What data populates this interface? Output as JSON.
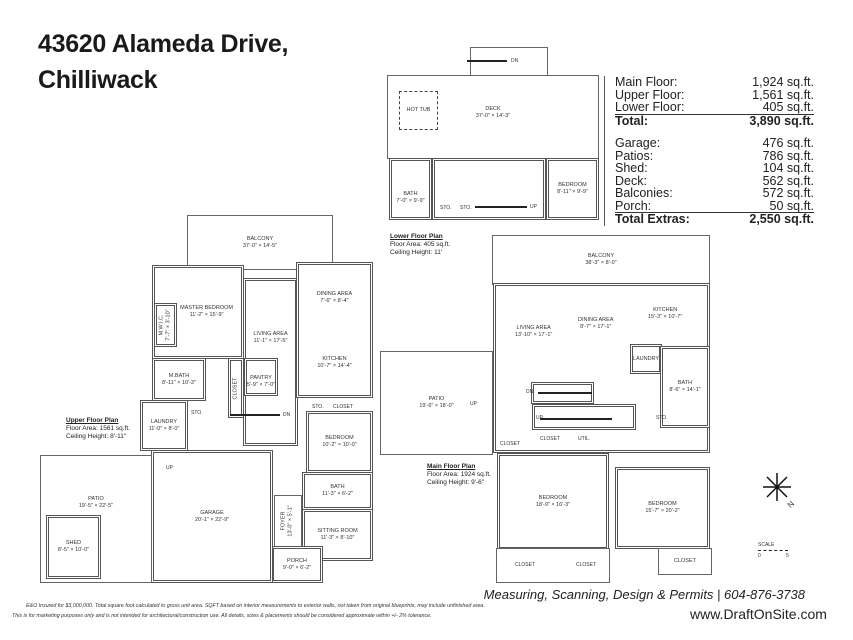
{
  "title": {
    "line1": "43620 Alameda Drive,",
    "line2": "Chilliwack"
  },
  "areas": {
    "floors": [
      {
        "label": "Main Floor:",
        "value": "1,924 sq.ft."
      },
      {
        "label": "Upper Floor:",
        "value": "1,561 sq.ft."
      },
      {
        "label": "Lower Floor:",
        "value": "405 sq.ft."
      }
    ],
    "total": {
      "label": "Total:",
      "value": "3,890 sq.ft."
    },
    "extras": [
      {
        "label": "Garage:",
        "value": "476 sq.ft."
      },
      {
        "label": "Patios:",
        "value": "786 sq.ft."
      },
      {
        "label": "Shed:",
        "value": "104 sq.ft."
      },
      {
        "label": "Deck:",
        "value": "562 sq.ft."
      },
      {
        "label": "Balconies:",
        "value": "572 sq.ft."
      },
      {
        "label": "Porch:",
        "value": "50 sq.ft."
      }
    ],
    "total_extras": {
      "label": "Total Extras:",
      "value": "2,550 sq.ft."
    }
  },
  "lower": {
    "info": {
      "heading": "Lower Floor Plan",
      "area": "Floor Area: 405 sq.ft.",
      "ceiling": "Ceiling Height: 11'"
    },
    "hot_tub": "HOT TUB",
    "deck": {
      "name": "DECK",
      "dims": "37'-0\" × 14'-3\""
    },
    "bath": {
      "name": "BATH",
      "dims": "7'-0\" × 9'-9\""
    },
    "sto": "STO.",
    "bedroom": {
      "name": "BEDROOM",
      "dims": "8'-11\" × 9'-9\""
    },
    "dn": "DN",
    "up": "UP"
  },
  "upper": {
    "info": {
      "heading": "Upper Floor Plan",
      "area": "Floor Area: 1561 sq.ft.",
      "ceiling": "Ceiling Height: 8'-11\""
    },
    "balcony": {
      "name": "BALCONY",
      "dims": "37'-0\" × 14'-5\""
    },
    "dining": {
      "name": "DINING AREA",
      "dims": "7'-6\" × 8'-4\""
    },
    "master": {
      "name": "MASTER BEDROOM",
      "dims": "11'-2\" × 15'-9\""
    },
    "mwic": {
      "name": "M.W.I.C.",
      "dims": "7'-7\" × 3'-10\""
    },
    "living": {
      "name": "LIVING AREA",
      "dims": "11'-1\" × 17'-5\""
    },
    "kitchen": {
      "name": "KITCHEN",
      "dims": "10'-7\" × 14'-4\""
    },
    "closet": "CLOSET",
    "pantry": {
      "name": "PANTRY",
      "dims": "5'-9\" × 7'-0\""
    },
    "mbath": {
      "name": "M.BATH",
      "dims": "8'-11\" × 10'-3\""
    },
    "sto": "STO.",
    "laundry": {
      "name": "LAUNDRY",
      "dims": "11'-0\" × 8'-0\""
    },
    "bedroom": {
      "name": "BEDROOM",
      "dims": "10'-2\" × 10'-0\""
    },
    "bath": {
      "name": "BATH",
      "dims": "11'-3\" × 6'-2\""
    },
    "sitting": {
      "name": "SITTING ROOM",
      "dims": "11'-3\" × 8'-10\""
    },
    "foyer": {
      "name": "FOYER",
      "dims": "13'-0\" × 5'-1\""
    },
    "porch": {
      "name": "PORCH",
      "dims": "9'-0\" × 6'-2\""
    },
    "garage": {
      "name": "GARAGE",
      "dims": "20'-1\" × 22'-9\""
    },
    "patio": {
      "name": "PATIO",
      "dims": "19'-5\" × 22'-5\""
    },
    "shed": {
      "name": "SHED",
      "dims": "8'-5\" × 10'-0\""
    },
    "dn": "DN",
    "up": "UP"
  },
  "main": {
    "info": {
      "heading": "Main Floor Plan",
      "area": "Floor Area: 1924 sq.ft.",
      "ceiling": "Ceiling Height: 9'-6\""
    },
    "balcony": {
      "name": "BALCONY",
      "dims": "38'-3\" × 8'-0\""
    },
    "living": {
      "name": "LIVING AREA",
      "dims": "13'-10\" × 17'-1\""
    },
    "dining": {
      "name": "DINING AREA",
      "dims": "8'-7\" × 17'-1\""
    },
    "kitchen": {
      "name": "KITCHEN",
      "dims": "15'-3\" × 10'-7\""
    },
    "laundry": "LAUNDRY",
    "bath": {
      "name": "BATH",
      "dims": "8'-6\" × 14'-1\""
    },
    "patio": {
      "name": "PATIO",
      "dims": "19'-6\" × 18'-0\""
    },
    "closet": "CLOSET",
    "util": "UTIL.",
    "sto": "STO.",
    "bedroom1": {
      "name": "BEDROOM",
      "dims": "18'-9\" × 16'-3\""
    },
    "bedroom2": {
      "name": "BEDROOM",
      "dims": "15'-7\" × 20'-2\""
    },
    "dn": "DN",
    "up": "UP"
  },
  "legend": {
    "scale": "SCALE",
    "scale_start": "0",
    "scale_end": "5",
    "north": "N"
  },
  "footer": {
    "services": "Measuring, Scanning, Design & Permits | 604-876-3738",
    "disclaimer1": "E&O Insured for $3,000,000.  Total square foot calculated to gross unit area. SQFT based on interior measurements to exterior walls, not taken from original blueprints, may include unfinished area.",
    "disclaimer2": "This is for marketing purposes only and is not intended for architectural/construction use.  All details, sizes & placements should be considered approximate within +/- 2% tolerance.",
    "website": "www.DraftOnSite.com"
  }
}
